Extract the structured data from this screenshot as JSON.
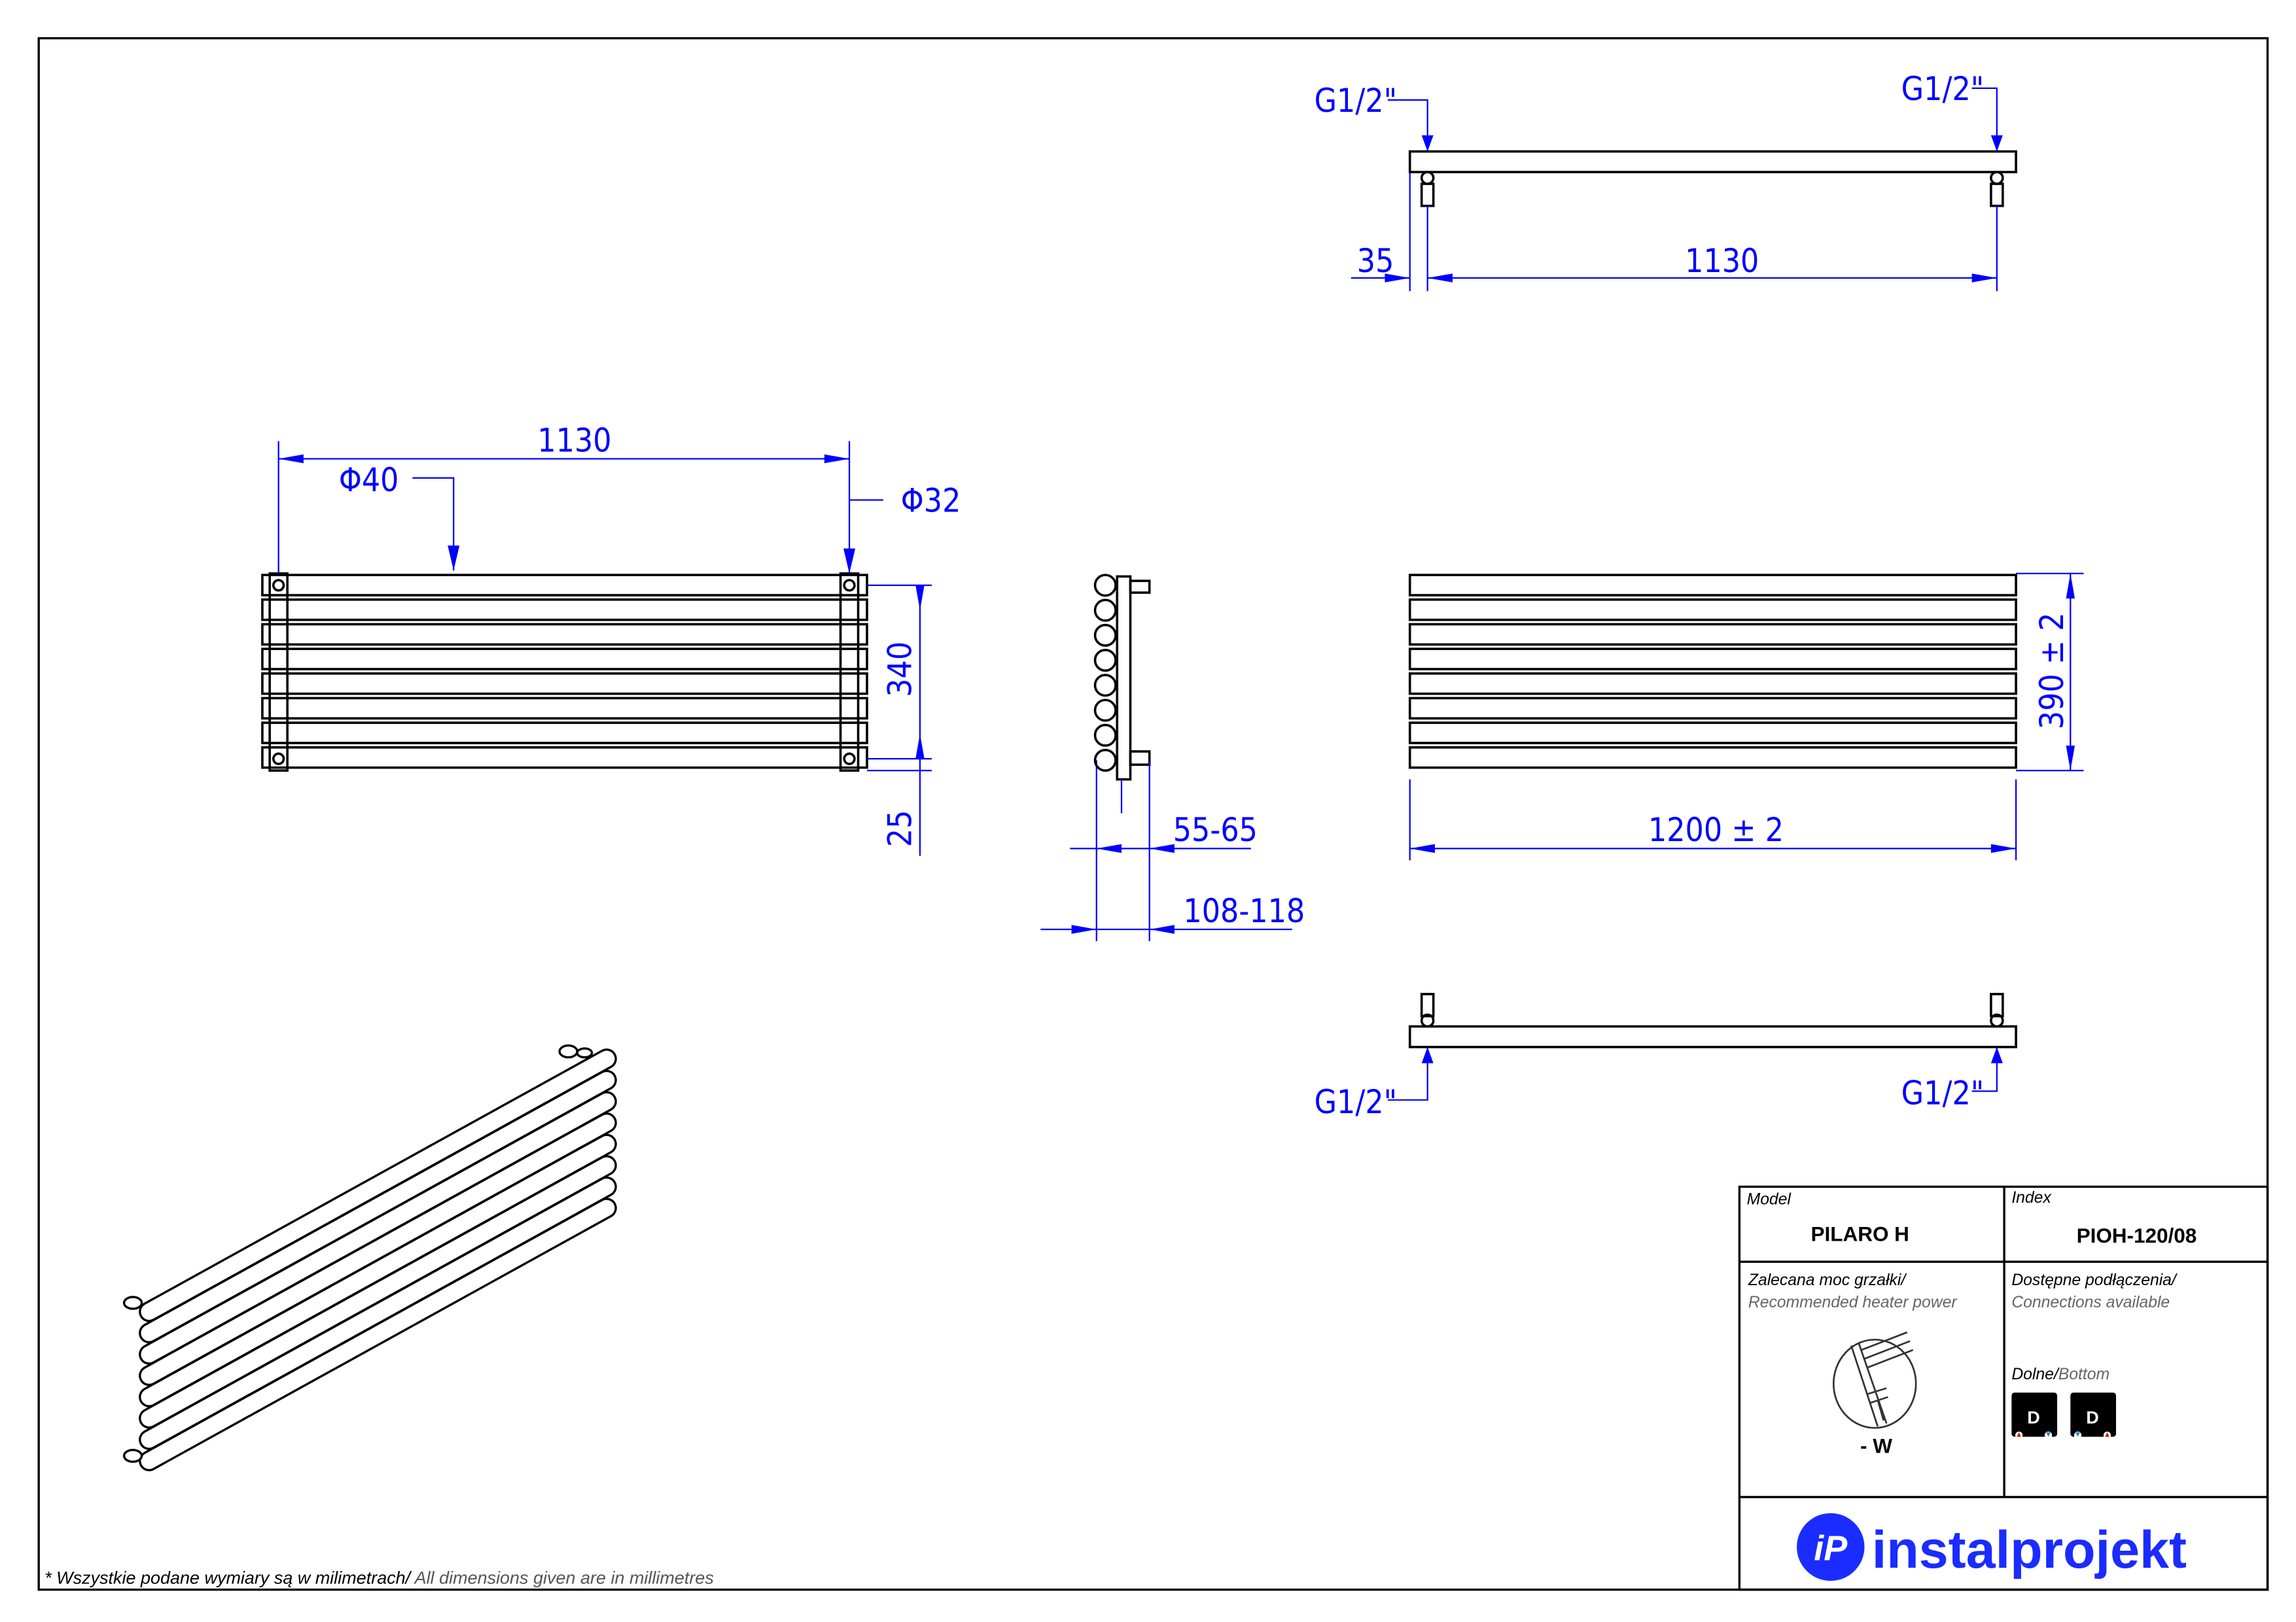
{
  "dimensions": {
    "top_view": {
      "conn_left": "G1/2\"",
      "conn_right": "G1/2\"",
      "offset": "35",
      "spacing": "1130"
    },
    "front_left": {
      "spacing": "1130",
      "tube_diameter": "Φ40",
      "collector_diameter": "Φ32",
      "conn_height": "340",
      "bottom_offset": "25"
    },
    "side_view": {
      "wall_distance_pipe": "55-65",
      "wall_distance_total": "108-118"
    },
    "front_right": {
      "height": "390 ± 2",
      "width": "1200 ± 2"
    },
    "bottom_view": {
      "conn_left": "G1/2\"",
      "conn_right": "G1/2\""
    }
  },
  "title_block": {
    "model_label": "Model",
    "model_value": "PILARO H",
    "index_label": "Index",
    "index_value": "PIOH-120/08",
    "power_label_pl": "Zalecana moc grzałki/",
    "power_label_en": "Recommended heater power",
    "power_value": "- W",
    "connections_label_pl": "Dostępne podłączenia/",
    "connections_label_en": "Connections available",
    "bottom_pl": "Dolne/",
    "bottom_en": "Bottom",
    "connection_badges": [
      "D",
      "D"
    ],
    "logo_text": "instalprojekt",
    "logo_mark": "iP"
  },
  "footer": {
    "note_pl": "* Wszystkie podane wymiary są w milimetrach/",
    "note_en": " All dimensions given are in millimetres"
  },
  "colors": {
    "dimension": "#0000ff",
    "brand": "#1a2cff",
    "hot": "#e01010",
    "cold": "#1a7fd0"
  },
  "tube_count": 8
}
